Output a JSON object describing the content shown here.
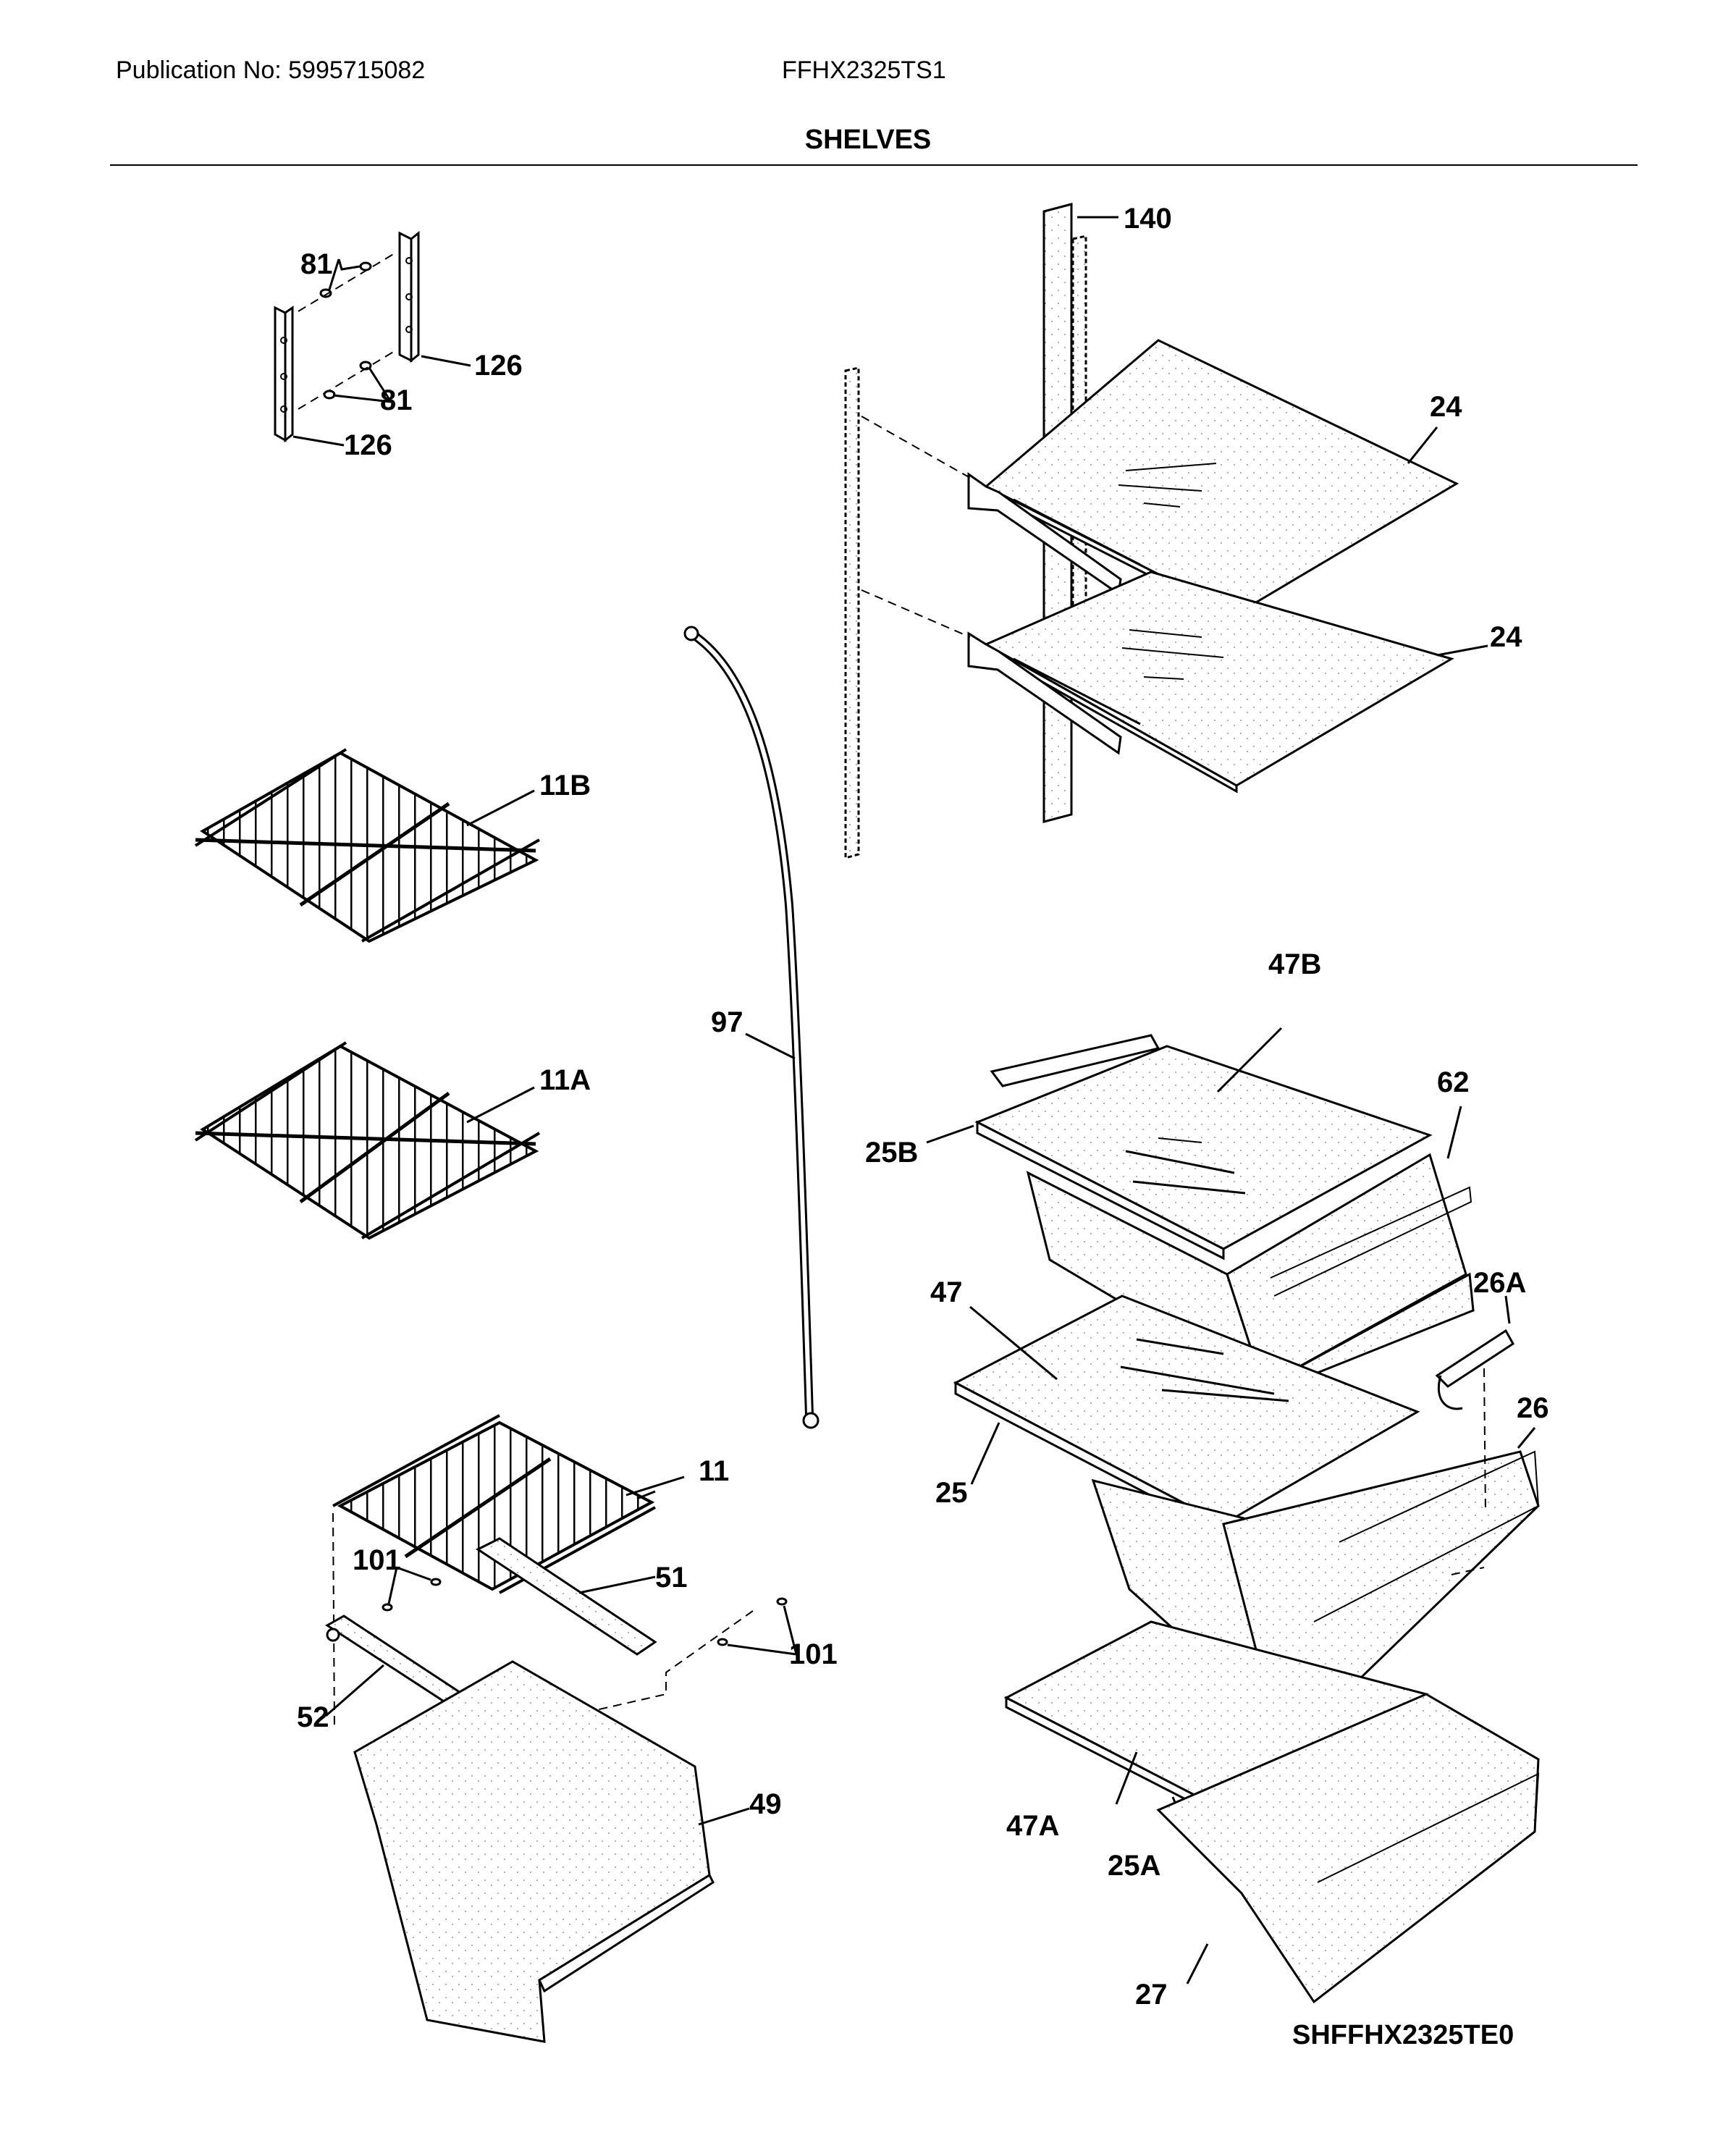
{
  "header": {
    "publication": "Publication No: 5995715082",
    "model": "FFHX2325TS1",
    "section_title": "SHELVES"
  },
  "footer": {
    "diagram_code": "SHFFHX2325TE0"
  },
  "callouts": {
    "c81a": "81",
    "c126a": "126",
    "c81b": "81",
    "c126b": "126",
    "c140": "140",
    "c24a": "24",
    "c24b": "24",
    "c11b": "11B",
    "c11a": "11A",
    "c97": "97",
    "c47b": "47B",
    "c62": "62",
    "c25b": "25B",
    "c47": "47",
    "c26a": "26A",
    "c26": "26",
    "c25": "25",
    "c11": "11",
    "c101a": "101",
    "c51": "51",
    "c101b": "101",
    "c52": "52",
    "c49": "49",
    "c47a": "47A",
    "c25a": "25A",
    "c27": "27"
  }
}
